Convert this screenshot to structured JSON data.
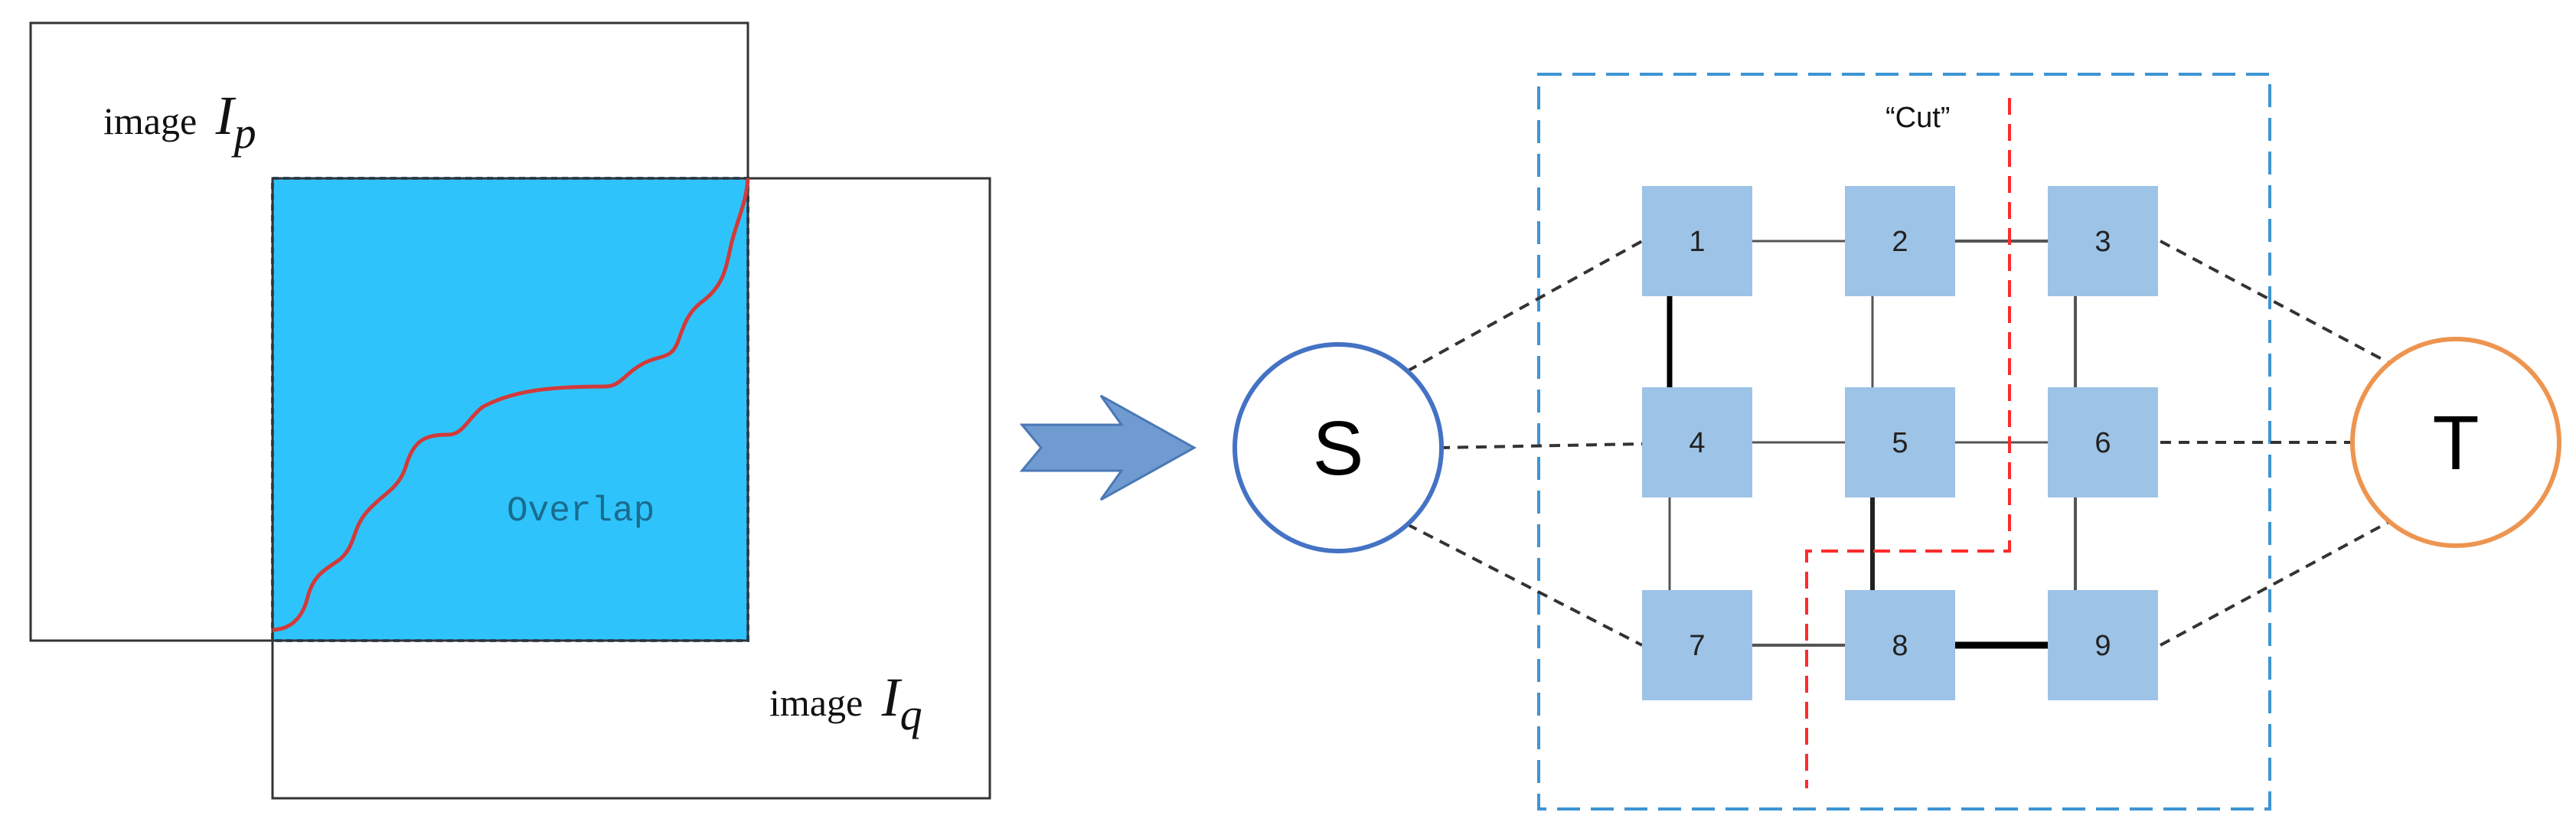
{
  "left_panel": {
    "image_p_prefix": "image",
    "image_p_var": "I",
    "image_p_sub": "p",
    "image_q_prefix": "image",
    "image_q_var": "I",
    "image_q_sub": "q",
    "overlap_label": "Overlap"
  },
  "right_panel": {
    "cut_label": "“Cut”",
    "source_label": "S",
    "sink_label": "T",
    "node_labels": [
      "1",
      "2",
      "3",
      "4",
      "5",
      "6",
      "7",
      "8",
      "9"
    ]
  },
  "colors": {
    "overlap_fill": "#2ec4fb",
    "seam": "#d23a3a",
    "node_fill": "#9dc3e6",
    "source_stroke": "#4472c4",
    "sink_stroke": "#ed9550",
    "cut_line": "#ff2a2a",
    "frame_dash": "#3d95d4",
    "arrow_fill": "#6f9bd1"
  }
}
